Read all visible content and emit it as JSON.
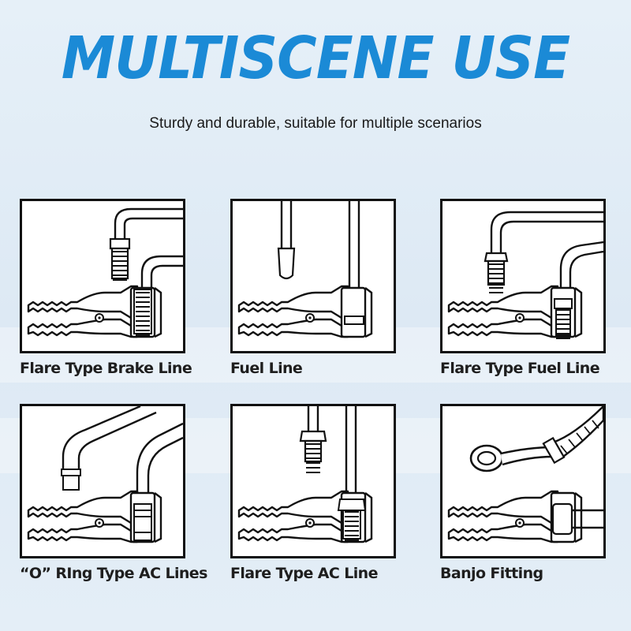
{
  "header": {
    "title": "MULTISCENE USE",
    "subtitle": "Sturdy and durable, suitable for multiple scenarios"
  },
  "colors": {
    "title": "#1b8ad6",
    "background": "#e2edf6",
    "frame": "#111111"
  },
  "scenes": [
    {
      "label": "Flare Type Brake Line",
      "icon": "flare-brake-line-clamp-icon"
    },
    {
      "label": "Fuel Line",
      "icon": "fuel-line-clamp-icon"
    },
    {
      "label": "Flare Type Fuel Line",
      "icon": "flare-fuel-line-clamp-icon"
    },
    {
      "label": "“O” RIng Type AC Lines",
      "icon": "o-ring-ac-line-clamp-icon"
    },
    {
      "label": "Flare Type AC Line",
      "icon": "flare-ac-line-clamp-icon"
    },
    {
      "label": "Banjo Fitting",
      "icon": "banjo-fitting-clamp-icon"
    }
  ]
}
